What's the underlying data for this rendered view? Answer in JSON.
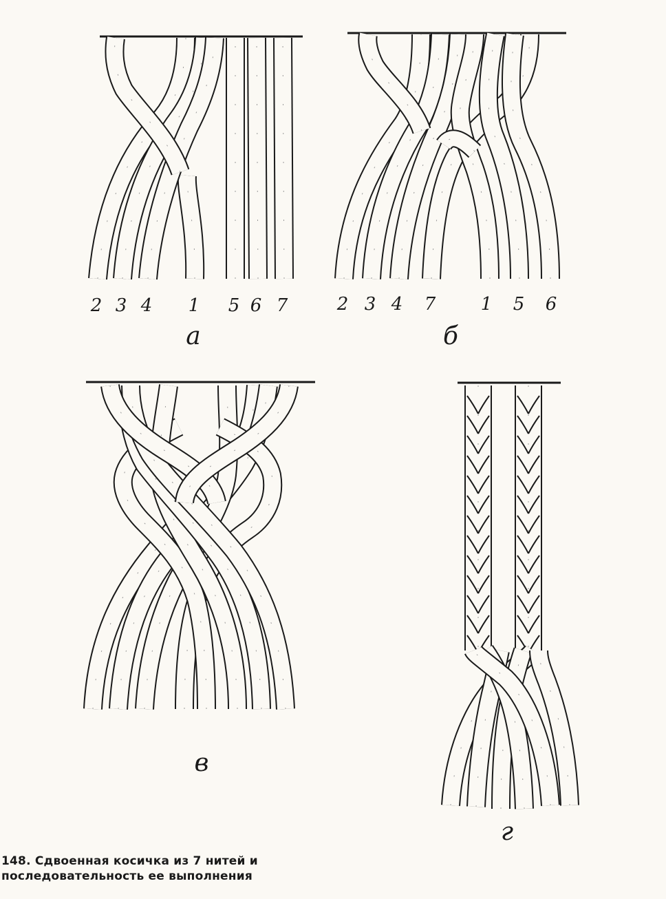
{
  "panels": [
    {
      "id": "a",
      "letter": "а",
      "thread_labels": [
        "2",
        "3",
        "4",
        "1",
        "5",
        "6",
        "7"
      ]
    },
    {
      "id": "b",
      "letter": "б",
      "thread_labels": [
        "2",
        "3",
        "4",
        "7",
        "1",
        "5",
        "6"
      ]
    },
    {
      "id": "v",
      "letter": "в",
      "thread_labels": []
    },
    {
      "id": "g",
      "letter": "г",
      "thread_labels": []
    }
  ],
  "caption": {
    "line1": "148. Сдвоенная косичка из 7 нитей и",
    "line2": "последовательность ее выполнения"
  },
  "colors": {
    "ink": "#1a1a1a",
    "paper": "#fbf9f4"
  }
}
